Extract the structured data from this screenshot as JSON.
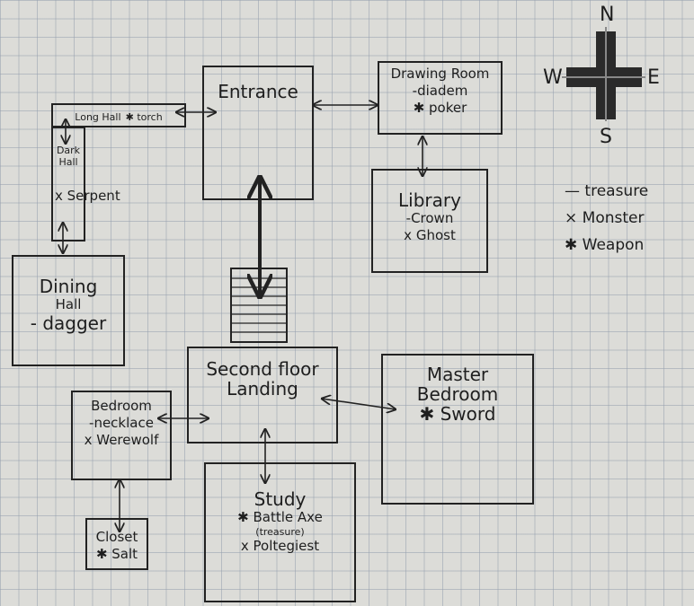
{
  "compass": {
    "north": "N",
    "south": "S",
    "east": "E",
    "west": "W"
  },
  "legend": [
    {
      "symbol": "—",
      "label": "treasure",
      "icon": "dash-icon"
    },
    {
      "symbol": "×",
      "label": "Monster",
      "icon": "cross-icon"
    },
    {
      "symbol": "✱",
      "label": "Weapon",
      "icon": "asterisk-icon"
    }
  ],
  "rooms": {
    "entrance": {
      "name": "Entrance"
    },
    "drawing_room": {
      "name": "Drawing Room",
      "items": [
        "-diadem",
        "✱ poker"
      ]
    },
    "library": {
      "name": "Library",
      "items": [
        "-Crown",
        "x Ghost"
      ]
    },
    "long_hall": {
      "name": "Long Hall",
      "items": [
        "✱ torch"
      ]
    },
    "dark_hall": {
      "name_line1": "Dark",
      "name_line2": "Hall",
      "items": [
        "x Serpent"
      ]
    },
    "dining_hall": {
      "name_line1": "Dining",
      "name_line2": "Hall",
      "items": [
        "- dagger"
      ]
    },
    "stairs": {
      "name": ""
    },
    "second_floor_landing": {
      "name_line1": "Second floor",
      "name_line2": "Landing"
    },
    "master_bedroom": {
      "name_line1": "Master",
      "name_line2": "Bedroom",
      "items": [
        "✱ Sword"
      ]
    },
    "bedroom": {
      "name": "Bedroom",
      "items": [
        "-necklace",
        "x Werewolf"
      ]
    },
    "closet": {
      "name": "Closet",
      "items": [
        "✱ Salt"
      ]
    },
    "study": {
      "name": "Study",
      "items": [
        "✱ Battle Axe",
        "(treasure)",
        "x Poltegiest"
      ]
    }
  }
}
